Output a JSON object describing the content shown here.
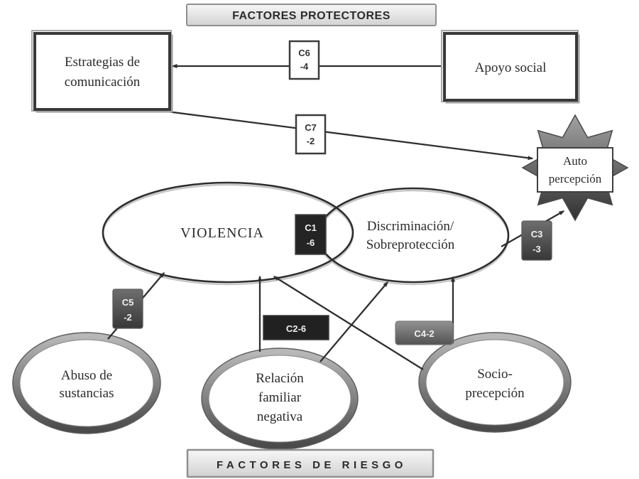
{
  "banners": {
    "protectores": "FACTORES PROTECTORES",
    "riesgo": "FACTORES DE RIESGO"
  },
  "protective_nodes": {
    "estrategias": {
      "line1": "Estrategias de",
      "line2": "comunicación"
    },
    "apoyo": {
      "label": "Apoyo social"
    },
    "autopercepcion": {
      "line1": "Auto",
      "line2": "percepción"
    }
  },
  "central_nodes": {
    "violencia": {
      "label": "VIOLENCIA"
    },
    "discriminacion": {
      "line1": "Discriminación/",
      "line2": "Sobreprotección"
    }
  },
  "risk_nodes": {
    "abuso": {
      "line1": "Abuso de",
      "line2": "sustancias"
    },
    "relacion": {
      "line1": "Relación",
      "line2": "familiar",
      "line3": "negativa"
    },
    "socio": {
      "line1": "Socio-",
      "line2": "precepción"
    }
  },
  "coefficients": {
    "c1": {
      "line1": "C1",
      "line2": "-6"
    },
    "c2": {
      "label": "C2-6"
    },
    "c3": {
      "line1": "C3",
      "line2": "-3"
    },
    "c4": {
      "label": "C4-2"
    },
    "c5": {
      "line1": "C5",
      "line2": "-2"
    },
    "c6": {
      "line1": "C6",
      "line2": "-4"
    },
    "c7": {
      "line1": "C7",
      "line2": "-2"
    }
  },
  "colors": {
    "background": "#ffffff",
    "line": "#2f2f2f",
    "dark_coef_box": "#242424",
    "gray_coef_box_top": "#8f8f8f",
    "gray_coef_box_bottom": "#3b3b3b",
    "banner_fill_top": "#f6f6f6",
    "banner_fill_bottom": "#d3d3d3",
    "ring_top": "#b6b6b6",
    "ring_bottom": "#4d4d4d",
    "star_top": "#a0a0a0",
    "star_bottom": "#333333",
    "text": "#2b2b2b"
  }
}
